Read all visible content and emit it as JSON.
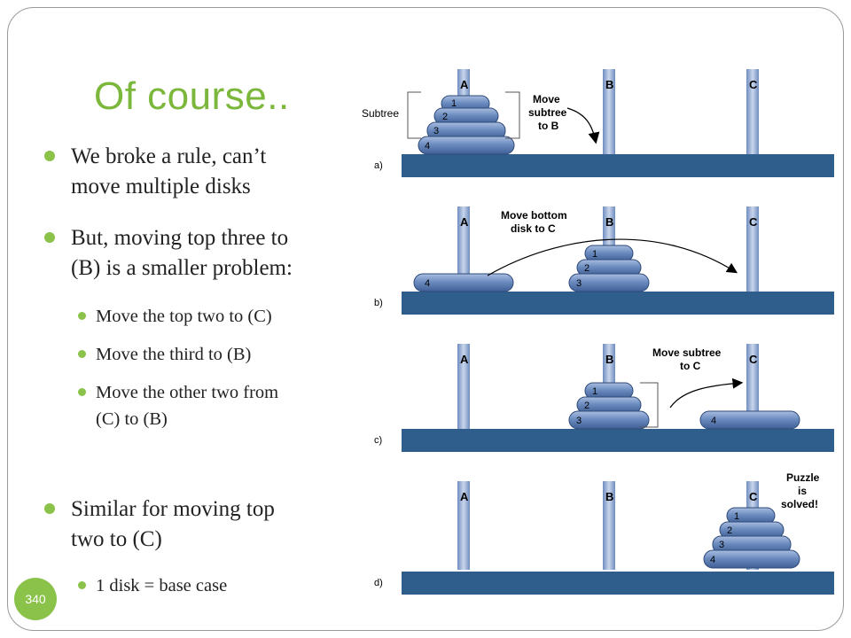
{
  "slide": {
    "title": "Of course..",
    "page_number": "340",
    "bullets": {
      "b1": "We broke a rule, can’t",
      "b1b": "move multiple disks",
      "b2": "But, moving top three to",
      "b2b": "(B) is a smaller problem:",
      "s1": "Move the top two to (C)",
      "s2": "Move the third to (B)",
      "s3": "Move the other two from",
      "s3b": "(C) to (B)",
      "b3": "Similar for moving top",
      "b3b": "two to (C)",
      "s4": "1 disk = base case"
    }
  },
  "diagram": {
    "peg_labels": [
      "A",
      "B",
      "C"
    ],
    "panel_labels": [
      "a)",
      "b)",
      "c)",
      "d)"
    ],
    "disk_numbers": [
      "1",
      "2",
      "3",
      "4"
    ],
    "annotations": {
      "subtree": "Subtree",
      "a_move_1": "Move",
      "a_move_2": "subtree",
      "a_move_3": "to B",
      "b_move_1": "Move bottom",
      "b_move_2": "disk to C",
      "c_move_1": "Move subtree",
      "c_move_2": "to C",
      "d_solved_1": "Puzzle",
      "d_solved_2": "is",
      "d_solved_3": "solved!"
    }
  },
  "colors": {
    "title": "#7ab73a",
    "bullet": "#8ac24a",
    "peg": "#8fa9d4",
    "base": "#2f5d8c",
    "disk": "#6f8fc0"
  }
}
